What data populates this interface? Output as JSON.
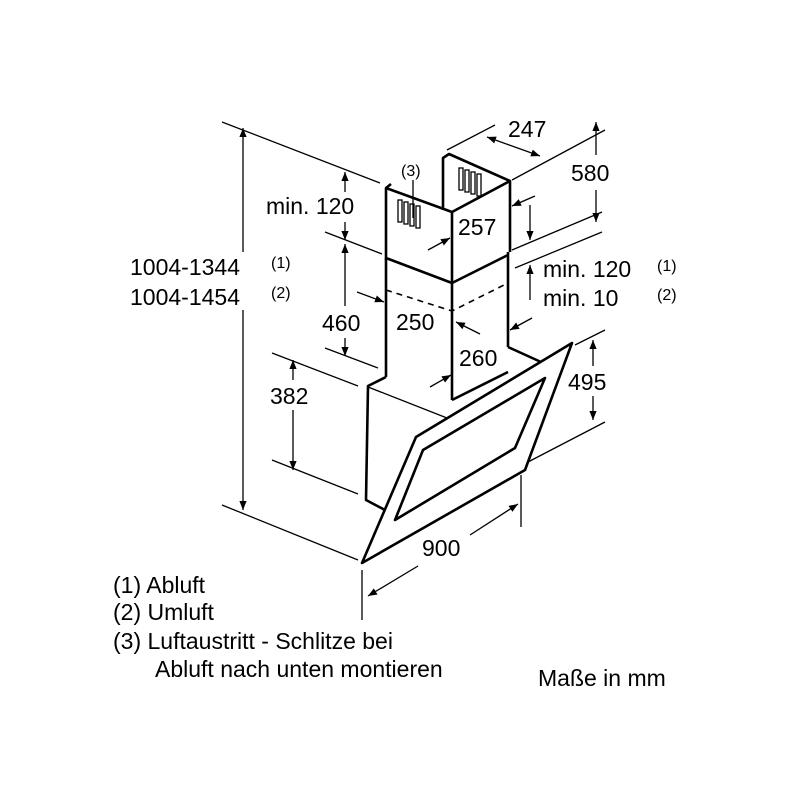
{
  "dimensions": {
    "total_height_1": "1004-1344",
    "total_height_1_note": "(1)",
    "total_height_2": "1004-1454",
    "total_height_2_note": "(2)",
    "top_clearance": "min. 120",
    "slots_ref": "(3)",
    "chimney_depth_top": "247",
    "chimney_upper_height": "580",
    "chimney_width_upper": "257",
    "chimney_lower_height": "460",
    "chimney_width_lower": "250",
    "chimney_depth_lower": "260",
    "overlap_1": "min. 120",
    "overlap_1_note": "(1)",
    "overlap_2": "min. 10",
    "overlap_2_note": "(2)",
    "hood_height": "382",
    "glass_height": "495",
    "width": "900"
  },
  "legend": [
    "(1) Abluft",
    "(2) Umluft",
    "(3) Luftaustritt - Schlitze bei",
    "Abluft nach unten montieren"
  ],
  "units_note": "Maße in mm"
}
